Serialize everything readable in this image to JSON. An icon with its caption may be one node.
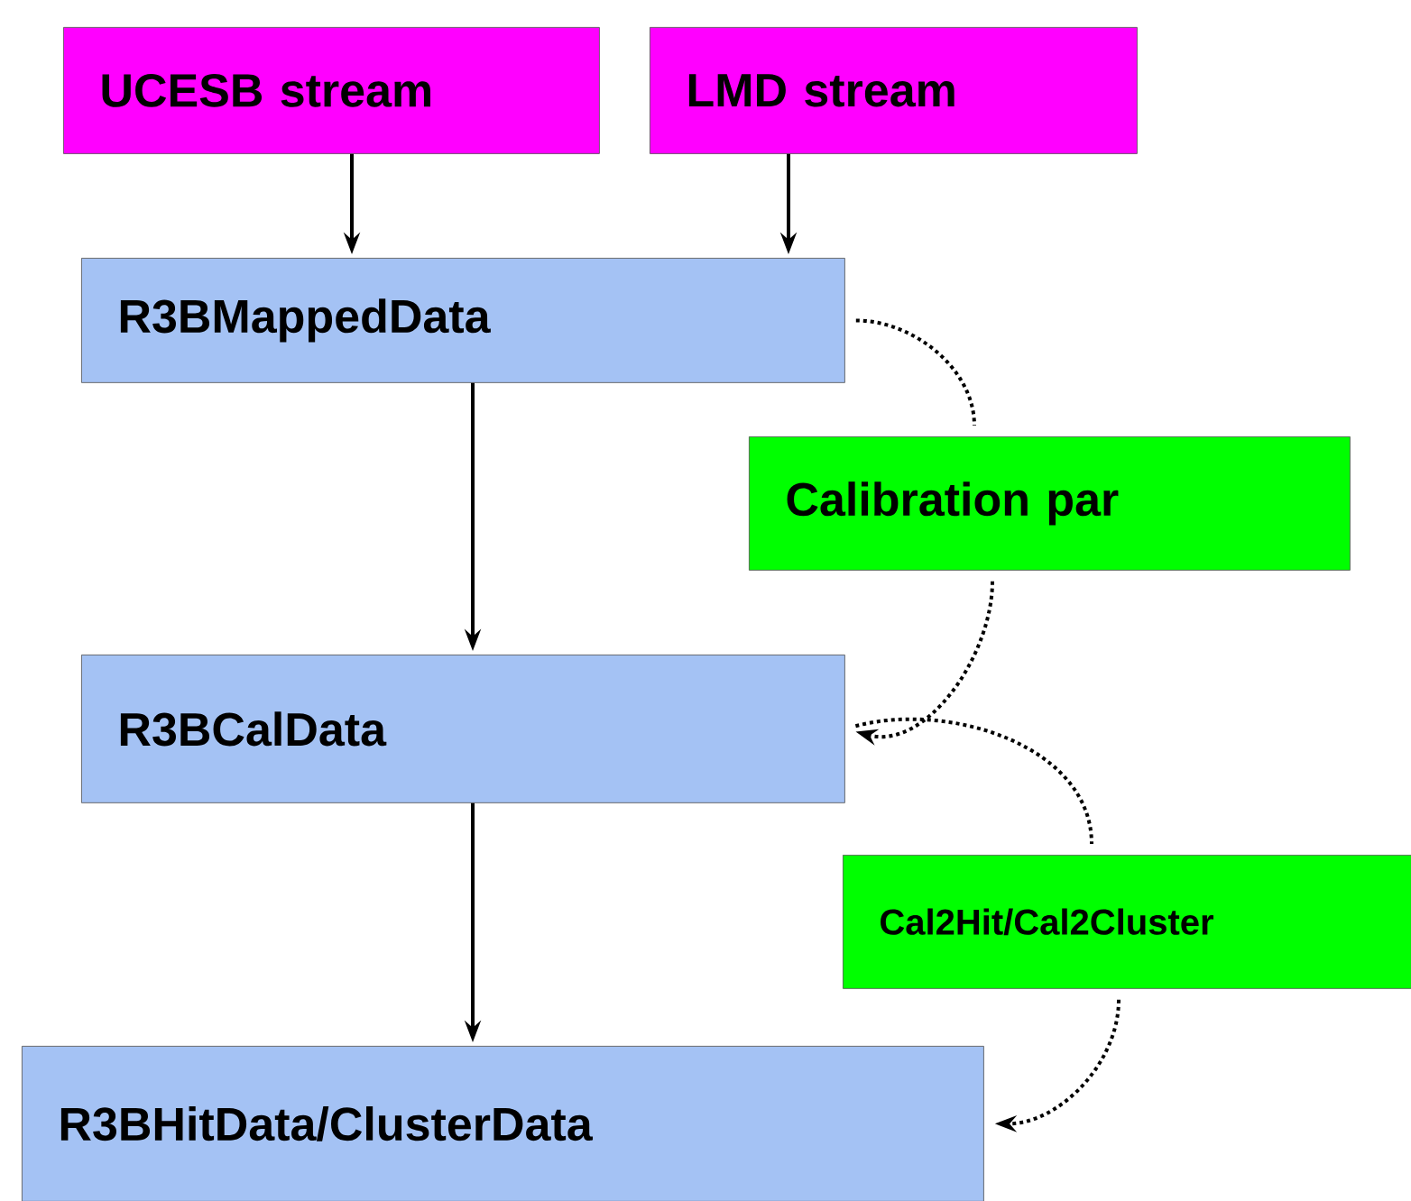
{
  "diagram": {
    "nodes": [
      {
        "text": [
          "UCESB stream"
        ]
      },
      {
        "text": [
          "LMD stream"
        ]
      },
      {
        "text": [
          "R3BMappedData"
        ]
      },
      {
        "text": [
          "Calibration par"
        ]
      },
      {
        "text": [
          "R3BCalData"
        ]
      },
      {
        "text": [
          "Cal2Hit/Cal2Cluster"
        ]
      },
      {
        "text": [
          "R3BHitData/ClusterData"
        ]
      }
    ],
    "edges": [
      {
        "from": 0,
        "to": 2,
        "arrow": "to"
      },
      {
        "from": 1,
        "to": 2,
        "arrow": "to"
      },
      {
        "from": 2,
        "to": 4,
        "arrow": "to"
      },
      {
        "from": 4,
        "to": 6,
        "arrow": "to"
      },
      {
        "from": 2,
        "to": 3,
        "arrow": "none",
        "style": "dashed"
      },
      {
        "from": 3,
        "to": 4,
        "arrow": "to",
        "style": "dashed"
      },
      {
        "from": 4,
        "to": 5,
        "arrow": "none",
        "style": "dashed"
      },
      {
        "from": 5,
        "to": 6,
        "arrow": "to",
        "style": "dashed"
      }
    ]
  }
}
